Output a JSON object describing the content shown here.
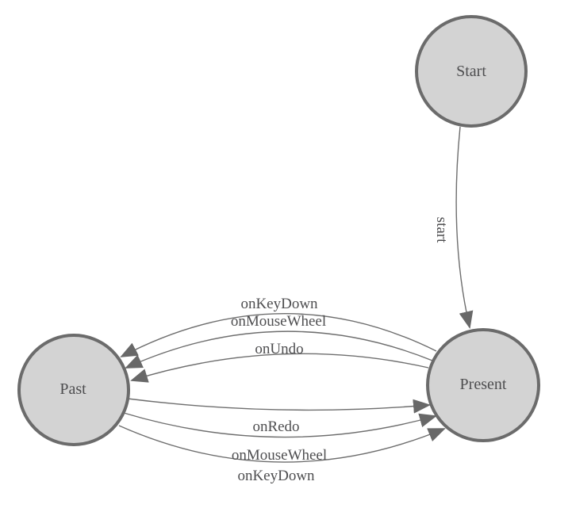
{
  "diagram": {
    "type": "state-machine",
    "background": "#ffffff",
    "colors": {
      "node_fill": "#d3d3d3",
      "node_stroke": "#6b6b6b",
      "edge_stroke": "#6e6e6e",
      "arrow_fill": "#686868",
      "label_color": "#4e4e50"
    },
    "nodes": [
      {
        "id": "start",
        "label": "Start"
      },
      {
        "id": "past",
        "label": "Past"
      },
      {
        "id": "present",
        "label": "Present"
      }
    ],
    "edges": [
      {
        "from": "start",
        "to": "present",
        "label": "start"
      },
      {
        "from": "present",
        "to": "past",
        "label": "onKeyDown"
      },
      {
        "from": "present",
        "to": "past",
        "label": "onMouseWheel"
      },
      {
        "from": "present",
        "to": "past",
        "label": "onUndo"
      },
      {
        "from": "past",
        "to": "present",
        "label": "onRedo"
      },
      {
        "from": "past",
        "to": "present",
        "label": "onMouseWheel"
      },
      {
        "from": "past",
        "to": "present",
        "label": "onKeyDown"
      }
    ]
  }
}
